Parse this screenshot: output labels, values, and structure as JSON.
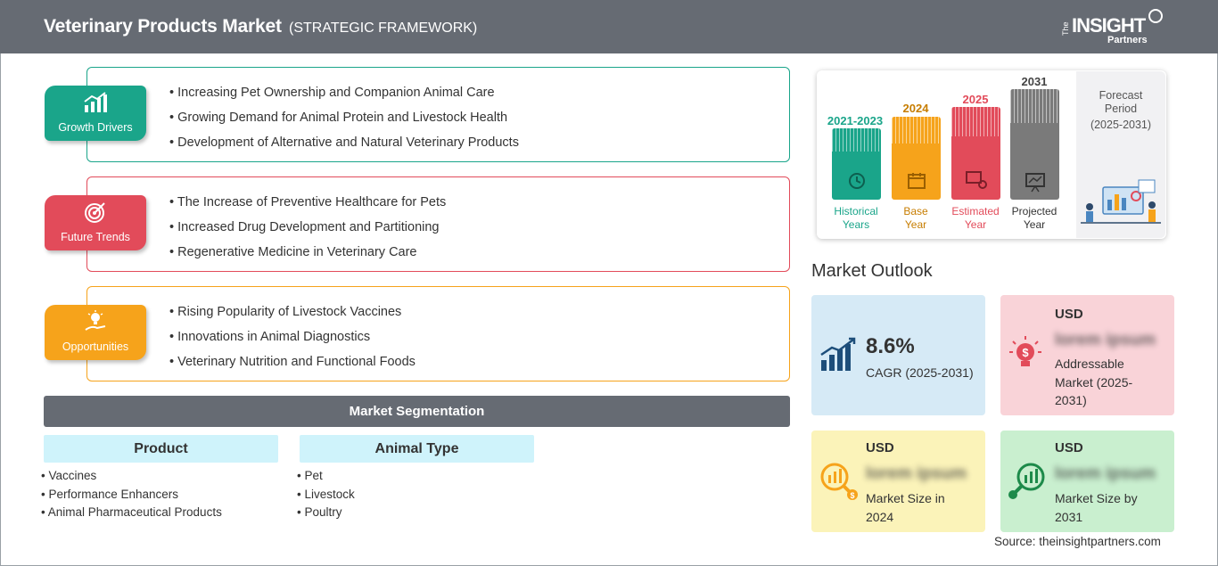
{
  "header": {
    "title": "Veterinary Products Market",
    "subtitle": "(STRATEGIC FRAMEWORK)",
    "logo": {
      "the": "The",
      "insight": "INSIGHT",
      "partners": "Partners"
    }
  },
  "framework": {
    "growth_drivers": {
      "label": "Growth Drivers",
      "color": "#1aa58a",
      "items": [
        "Increasing Pet Ownership and Companion Animal Care",
        "Growing Demand for Animal Protein and Livestock Health",
        "Development of Alternative and Natural Veterinary Products"
      ]
    },
    "future_trends": {
      "label": "Future Trends",
      "color": "#e24b5a",
      "items": [
        "The Increase of Preventive Healthcare for Pets",
        "Increased Drug Development and Partitioning",
        "Regenerative Medicine in Veterinary Care"
      ]
    },
    "opportunities": {
      "label": "Opportunities",
      "color": "#f6a31b",
      "items": [
        "Rising Popularity of Livestock Vaccines",
        "Innovations in Animal Diagnostics",
        "Veterinary Nutrition and Functional Foods"
      ]
    }
  },
  "segmentation": {
    "title": "Market Segmentation",
    "groups": [
      {
        "name": "Product",
        "items": [
          "Vaccines",
          "Performance Enhancers",
          "Animal Pharmaceutical Products"
        ]
      },
      {
        "name": "Animal Type",
        "items": [
          "Pet",
          "Livestock",
          "Poultry"
        ]
      }
    ]
  },
  "timeline": {
    "columns": [
      {
        "year": "2021-2023",
        "label_1": "Historical",
        "label_2": "Years",
        "color": "#1aa58a",
        "icon": "history-icon"
      },
      {
        "year": "2024",
        "label_1": "Base",
        "label_2": "Year",
        "color": "#f6a31b",
        "icon": "calendar-icon"
      },
      {
        "year": "2025",
        "label_1": "Estimated",
        "label_2": "Year",
        "color": "#e24b5a",
        "icon": "chart-gear-icon"
      },
      {
        "year": "2031",
        "label_1": "Projected",
        "label_2": "Year",
        "color": "#7a7a7a",
        "icon": "presentation-icon"
      }
    ],
    "forecast": {
      "line_1": "Forecast",
      "line_2": "Period",
      "line_3": "(2025-2031)"
    }
  },
  "outlook": {
    "title": "Market Outlook",
    "cagr": {
      "value": "8.6%",
      "label": "CAGR (2025-2031)",
      "color": "#d6eaf6"
    },
    "addressable": {
      "currency": "USD",
      "value": "lorem ipsum",
      "label_1": "Addressable",
      "label_2": "Market (2025-",
      "label_3": "2031)",
      "color": "#f9d3d8"
    },
    "size_2024": {
      "currency": "USD",
      "value": "lorem ipsum",
      "label_1": "Market Size in",
      "label_2": "2024",
      "color": "#fbf3b9"
    },
    "size_2031": {
      "currency": "USD",
      "value": "lorem ipsum",
      "label_1": "Market Size by",
      "label_2": "2031",
      "color": "#c9efcf"
    }
  },
  "source": "Source: theinsightpartners.com"
}
